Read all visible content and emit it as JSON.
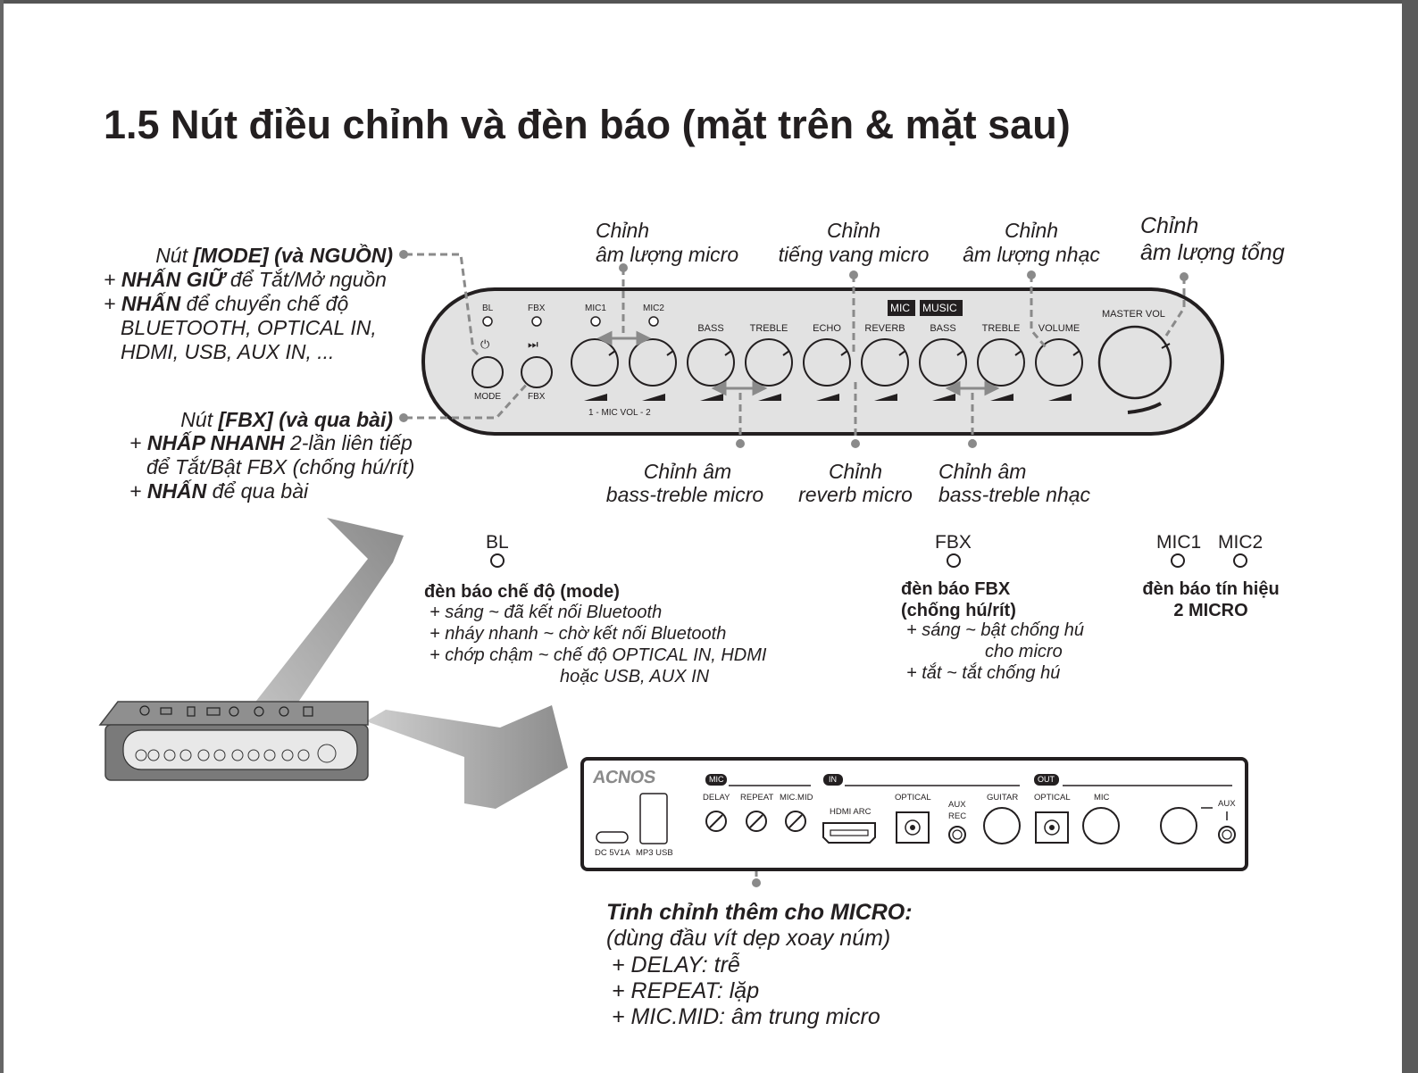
{
  "title": "1.5 Nút điều chỉnh và đèn báo (mặt trên & mặt sau)",
  "callouts": {
    "mode": {
      "heading_pre": "Nút ",
      "heading_key": "[MODE] (và NGUỒN)",
      "l1_prefix": "+ ",
      "l1_key": "NHẤN GIỮ",
      "l1_rest": " để Tắt/Mở nguồn",
      "l2_prefix": "+ ",
      "l2_key": "NHẤN",
      "l2_rest": " để chuyển chế độ",
      "l3": "BLUETOOTH, OPTICAL IN,",
      "l4": "HDMI, USB, AUX IN, ..."
    },
    "fbx": {
      "heading_pre": "Nút ",
      "heading_key": "[FBX] (và qua bài)",
      "l1_prefix": "+ ",
      "l1_key": "NHẤP NHANH",
      "l1_rest": " 2-lần liên tiếp",
      "l2": "để Tắt/Bật FBX (chống hú/rít)",
      "l3_prefix": "+ ",
      "l3_key": "NHẤN",
      "l3_rest": " để qua bài"
    },
    "mic_vol": [
      "Chỉnh",
      "âm lượng micro"
    ],
    "echo": [
      "Chỉnh",
      "tiếng vang micro"
    ],
    "music_vol": [
      "Chỉnh",
      "âm lượng nhạc"
    ],
    "master": [
      "Chỉnh",
      "âm lượng tổng"
    ],
    "mic_bt": [
      "Chỉnh âm",
      "bass-treble micro"
    ],
    "reverb": [
      "Chỉnh",
      "reverb micro"
    ],
    "music_bt": [
      "Chỉnh âm",
      "bass-treble nhạc"
    ]
  },
  "top_panel": {
    "bl": "BL",
    "fbx": "FBX",
    "mic1": "MIC1",
    "mic2": "MIC2",
    "power_symbol": "⏻",
    "next_symbol": "⏭",
    "mode": "MODE",
    "fbx_btn": "FBX",
    "mic_vol": "1 - MIC VOL - 2",
    "mic_tag": "MIC",
    "music_tag": "MUSIC",
    "knobs": [
      "BASS",
      "TREBLE",
      "ECHO",
      "REVERB",
      "BASS",
      "TREBLE",
      "VOLUME"
    ],
    "master": "MASTER VOL"
  },
  "indicators": {
    "bl_label": "BL",
    "bl_title": "đèn báo chế độ (mode)",
    "bl_lines": [
      "+ sáng ~ đã kết nối Bluetooth",
      "+ nháy nhanh ~ chờ kết nối Bluetooth",
      "+ chớp chậm ~ chế độ OPTICAL IN, HDMI",
      "hoặc USB, AUX IN"
    ],
    "fbx_label": "FBX",
    "fbx_title": [
      "đèn báo FBX",
      "(chống hú/rít)"
    ],
    "fbx_lines": [
      "+ sáng ~ bật chống hú",
      "cho micro",
      "+ tắt ~ tắt chống hú"
    ],
    "mic1_label": "MIC1",
    "mic2_label": "MIC2",
    "mic_title": [
      "đèn báo tín hiệu",
      "2 MICRO"
    ]
  },
  "rear_panel": {
    "brand": "ACNOS",
    "dc": "DC 5V1A",
    "usb": "MP3 USB",
    "mic_tag": "MIC",
    "in_tag": "IN",
    "out_tag": "OUT",
    "delay": "DELAY",
    "repeat": "REPEAT",
    "micmid": "MIC.MID",
    "hdmi": "HDMI ARC",
    "optical_in": "OPTICAL",
    "aux_rec": [
      "AUX",
      "REC"
    ],
    "guitar": "GUITAR",
    "optical_out": "OPTICAL",
    "mic_out": "MIC",
    "aux": "AUX"
  },
  "micro_tuning": {
    "title": "Tinh chỉnh thêm cho MICRO:",
    "sub": "(dùng đầu vít dẹp xoay núm)",
    "lines": [
      "+ DELAY: trễ",
      "+ REPEAT: lặp",
      "+ MIC.MID: âm trung micro"
    ]
  }
}
